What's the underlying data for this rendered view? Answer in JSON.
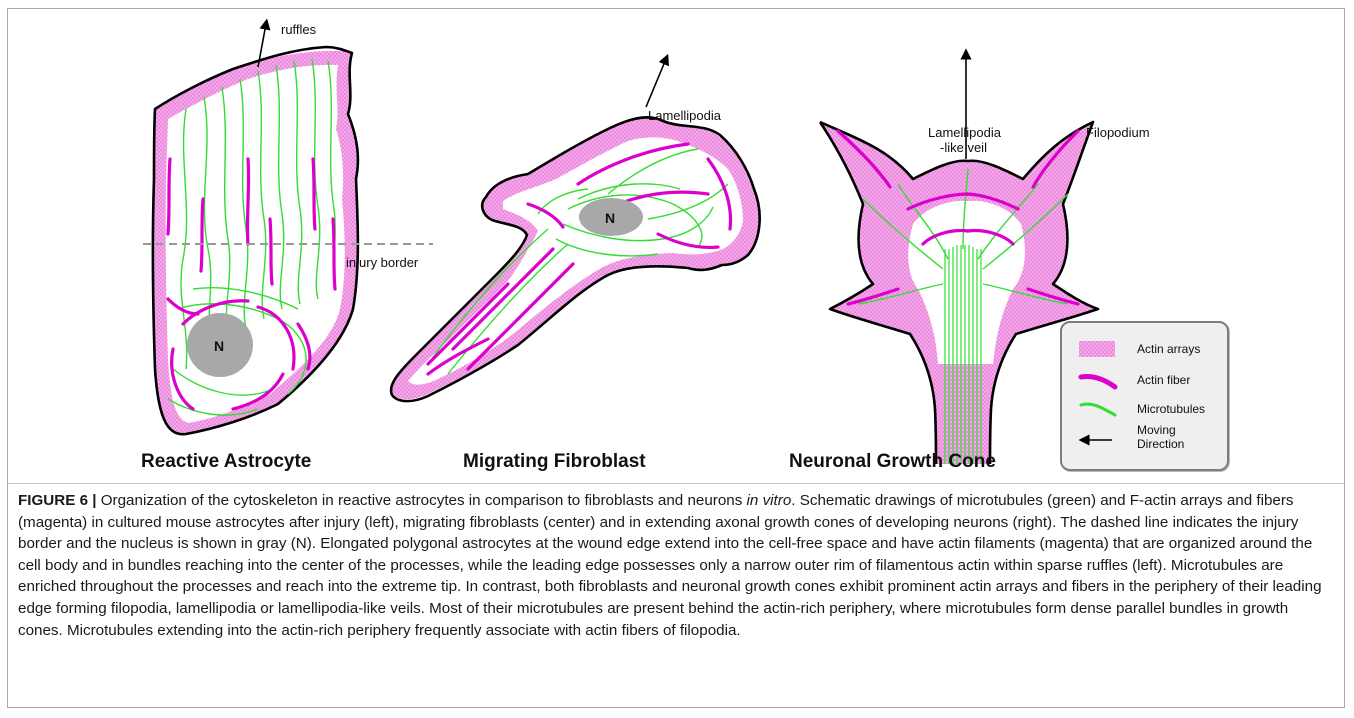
{
  "figure": {
    "label": "FIGURE 6 |",
    "caption_parts": [
      {
        "text": " Organization of the cytoskeleton in reactive astrocytes in comparison to fibroblasts and neurons ",
        "style": "normal"
      },
      {
        "text": "in vitro",
        "style": "italic"
      },
      {
        "text": ". Schematic drawings of microtubules (green) and F-actin arrays and fibers (magenta) in cultured mouse astrocytes after injury (left), migrating fibroblasts (center) and in extending axonal growth cones of developing neurons (right). The dashed line indicates the injury border and the nucleus is shown in gray (N). Elongated polygonal astrocytes at the wound edge extend into the cell-free space and have actin filaments (magenta) that are organized around the cell body and in bundles reaching into the center of the processes, while the leading edge possesses only a narrow outer rim of filamentous actin within sparse ruffles (left). Microtubules are enriched throughout the processes and reach into the extreme tip. In contrast, both fibroblasts and neuronal growth cones exhibit prominent actin arrays and fibers in the periphery of their leading edge forming filopodia, lamellipodia or lamellipodia-like veils. Most of their microtubules are present behind the actin-rich periphery, where microtubules form dense parallel bundles in growth cones. Microtubules extending into the actin-rich periphery frequently associate with actin fibers of filopodia.",
        "style": "normal"
      }
    ]
  },
  "cells": {
    "astrocyte": {
      "title": "Reactive Astrocyte",
      "top_label": "ruffles",
      "border_label": "injury border",
      "nucleus": "N"
    },
    "fibroblast": {
      "title": "Migrating Fibroblast",
      "top_label": "Lamellipodia",
      "nucleus": "N"
    },
    "growth_cone": {
      "title": "Neuronal Growth Cone",
      "veil_label_line1": "Lamellipodia",
      "veil_label_line2": "-like veil",
      "filopodium_label": "Filopodium"
    }
  },
  "legend": {
    "items": [
      {
        "label": "Actin arrays"
      },
      {
        "label": "Actin fiber"
      },
      {
        "label": "Microtubules"
      },
      {
        "label_line1": "Moving",
        "label_line2": "Direction"
      }
    ]
  },
  "colors": {
    "actin": "#ee88dd",
    "actin_fiber": "#dd00cc",
    "microtubule": "#33dd33",
    "nucleus": "#a8a8a8",
    "outline": "#000000",
    "injury_border": "#999999"
  }
}
